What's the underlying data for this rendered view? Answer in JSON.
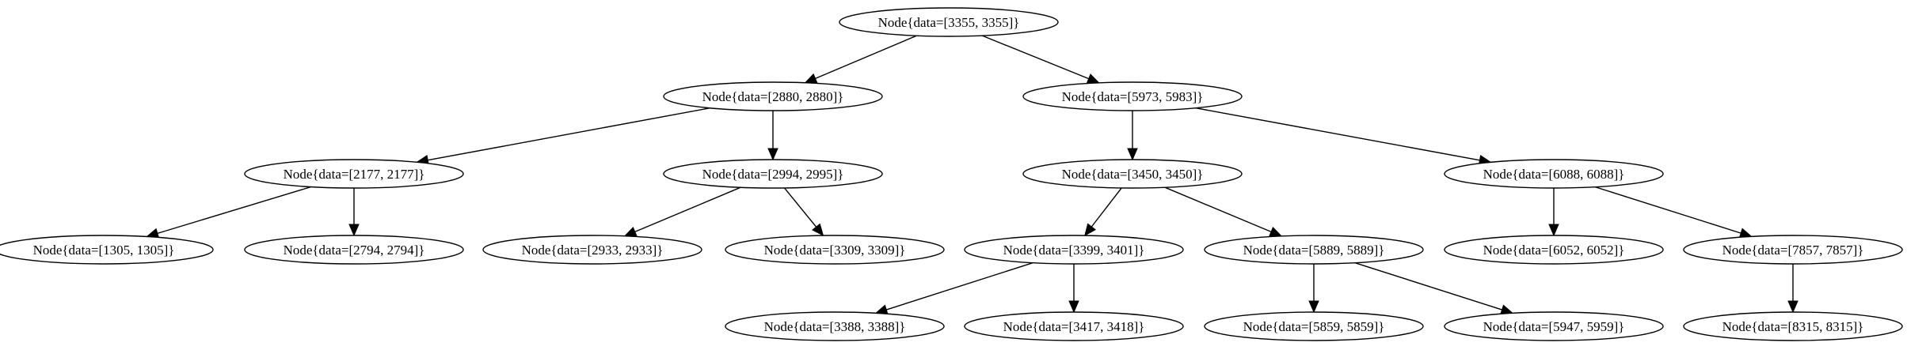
{
  "tree": {
    "nodes": [
      {
        "id": "n3355",
        "label": "Node{data=[3355, 3355]}"
      },
      {
        "id": "n2880",
        "label": "Node{data=[2880, 2880]}"
      },
      {
        "id": "n5973",
        "label": "Node{data=[5973, 5983]}"
      },
      {
        "id": "n2177",
        "label": "Node{data=[2177, 2177]}"
      },
      {
        "id": "n2994",
        "label": "Node{data=[2994, 2995]}"
      },
      {
        "id": "n3450",
        "label": "Node{data=[3450, 3450]}"
      },
      {
        "id": "n6088",
        "label": "Node{data=[6088, 6088]}"
      },
      {
        "id": "n1305",
        "label": "Node{data=[1305, 1305]}"
      },
      {
        "id": "n2794",
        "label": "Node{data=[2794, 2794]}"
      },
      {
        "id": "n2933",
        "label": "Node{data=[2933, 2933]}"
      },
      {
        "id": "n3309",
        "label": "Node{data=[3309, 3309]}"
      },
      {
        "id": "n3399",
        "label": "Node{data=[3399, 3401]}"
      },
      {
        "id": "n5889",
        "label": "Node{data=[5889, 5889]}"
      },
      {
        "id": "n6052",
        "label": "Node{data=[6052, 6052]}"
      },
      {
        "id": "n7857",
        "label": "Node{data=[7857, 7857]}"
      },
      {
        "id": "n3388",
        "label": "Node{data=[3388, 3388]}"
      },
      {
        "id": "n3417",
        "label": "Node{data=[3417, 3418]}"
      },
      {
        "id": "n5859",
        "label": "Node{data=[5859, 5859]}"
      },
      {
        "id": "n5947",
        "label": "Node{data=[5947, 5959]}"
      },
      {
        "id": "n8315",
        "label": "Node{data=[8315, 8315]}"
      }
    ],
    "edges": [
      {
        "from": "n3355",
        "to": "n2880"
      },
      {
        "from": "n3355",
        "to": "n5973"
      },
      {
        "from": "n2880",
        "to": "n2177"
      },
      {
        "from": "n2880",
        "to": "n2994"
      },
      {
        "from": "n5973",
        "to": "n3450"
      },
      {
        "from": "n5973",
        "to": "n6088"
      },
      {
        "from": "n2177",
        "to": "n1305"
      },
      {
        "from": "n2177",
        "to": "n2794"
      },
      {
        "from": "n2994",
        "to": "n2933"
      },
      {
        "from": "n2994",
        "to": "n3309"
      },
      {
        "from": "n3450",
        "to": "n3399"
      },
      {
        "from": "n3450",
        "to": "n5889"
      },
      {
        "from": "n6088",
        "to": "n6052"
      },
      {
        "from": "n6088",
        "to": "n7857"
      },
      {
        "from": "n3399",
        "to": "n3388"
      },
      {
        "from": "n3399",
        "to": "n3417"
      },
      {
        "from": "n5889",
        "to": "n5859"
      },
      {
        "from": "n5889",
        "to": "n5947"
      },
      {
        "from": "n7857",
        "to": "n8315"
      }
    ]
  }
}
